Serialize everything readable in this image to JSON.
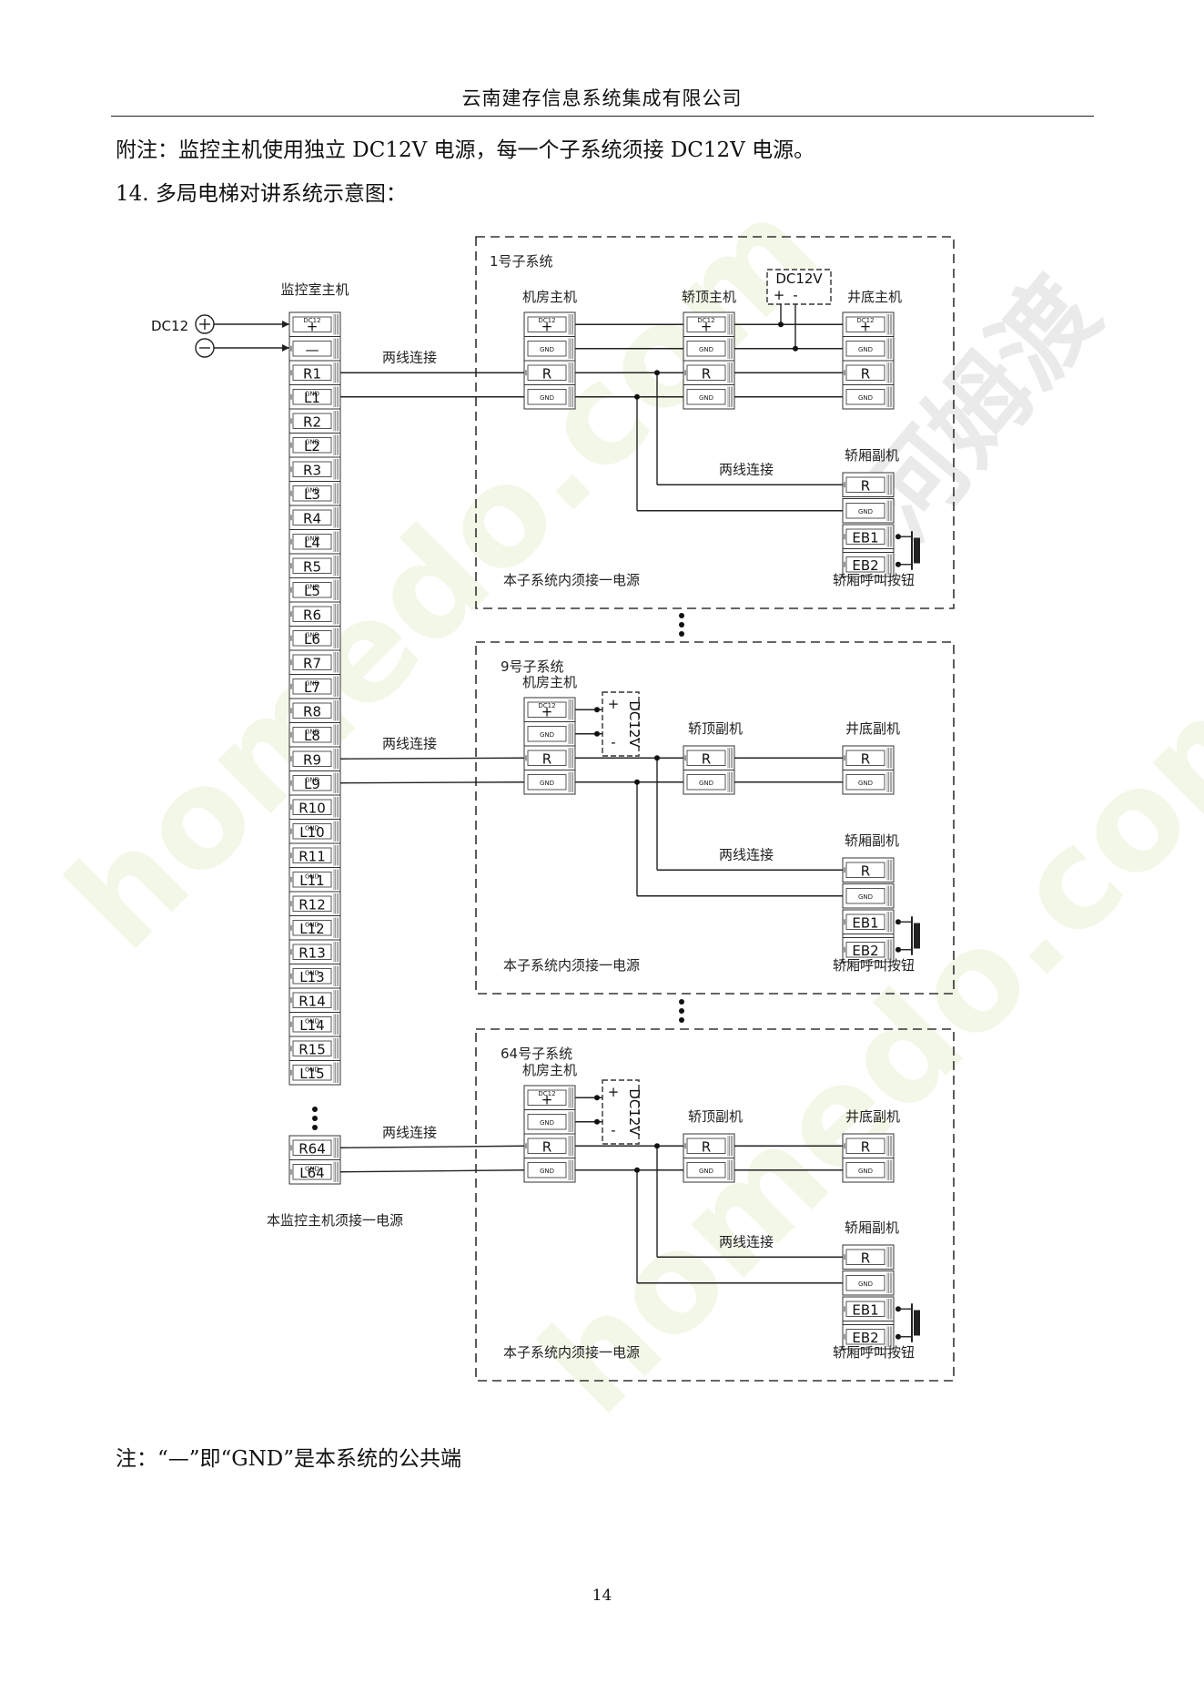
{
  "header": {
    "company": "云南建存信息系统集成有限公司"
  },
  "paragraphs": {
    "note_power": "附注：监控主机使用独立 DC12V 电源，每一个子系统须接 DC12V 电源。",
    "section_title": "14. 多局电梯对讲系统示意图："
  },
  "diagram": {
    "main_unit": {
      "title": "监控室主机",
      "dc_input_label": "DC12",
      "plus_symbol": "+",
      "minus_symbol": "—",
      "terminal_dc": "DC12",
      "terminal_gnd": "GND",
      "pairs": [
        {
          "r": "R1",
          "l": "L1"
        },
        {
          "r": "R2",
          "l": "L2"
        },
        {
          "r": "R3",
          "l": "L3"
        },
        {
          "r": "R4",
          "l": "L4"
        },
        {
          "r": "R5",
          "l": "L5"
        },
        {
          "r": "R6",
          "l": "L6"
        },
        {
          "r": "R7",
          "l": "L7"
        },
        {
          "r": "R8",
          "l": "L8"
        },
        {
          "r": "R9",
          "l": "L9"
        },
        {
          "r": "R10",
          "l": "L10"
        },
        {
          "r": "R11",
          "l": "L11"
        },
        {
          "r": "R12",
          "l": "L12"
        },
        {
          "r": "R13",
          "l": "L13"
        },
        {
          "r": "R14",
          "l": "L14"
        },
        {
          "r": "R15",
          "l": "L15"
        }
      ],
      "last_pair": {
        "r": "R64",
        "l": "L64"
      },
      "power_note": "本监控主机须接一电源"
    },
    "two_wire": "两线连接",
    "dc12v_box": "DC12V",
    "dc12v_plus": "+",
    "dc12v_minus": "-",
    "term_r": "R",
    "term_gnd": "GND",
    "term_plus": "+",
    "term_dc": "DC12",
    "term_eb1": "EB1",
    "term_eb2": "EB2",
    "subsystems": [
      {
        "title": "1号子系统",
        "machine_room": "机房主机",
        "car_top": "轿顶主机",
        "pit": "井底主机",
        "car": "轿厢副机",
        "power_note": "本子系统内须接一电源",
        "button_label": "轿厢呼叫按钮"
      },
      {
        "title": "9号子系统",
        "machine_room": "机房主机",
        "car_top": "轿顶副机",
        "pit": "井底副机",
        "car": "轿厢副机",
        "power_note": "本子系统内须接一电源",
        "button_label": "轿厢呼叫按钮"
      },
      {
        "title": "64号子系统",
        "machine_room": "机房主机",
        "car_top": "轿顶副机",
        "pit": "井底副机",
        "car": "轿厢副机",
        "power_note": "本子系统内须接一电源",
        "button_label": "轿厢呼叫按钮"
      }
    ]
  },
  "footer": {
    "note": "注：“—”即“GND”是本系统的公共端",
    "page_number": "14"
  },
  "watermarks": [
    "homedo.com",
    "河姆渡"
  ]
}
